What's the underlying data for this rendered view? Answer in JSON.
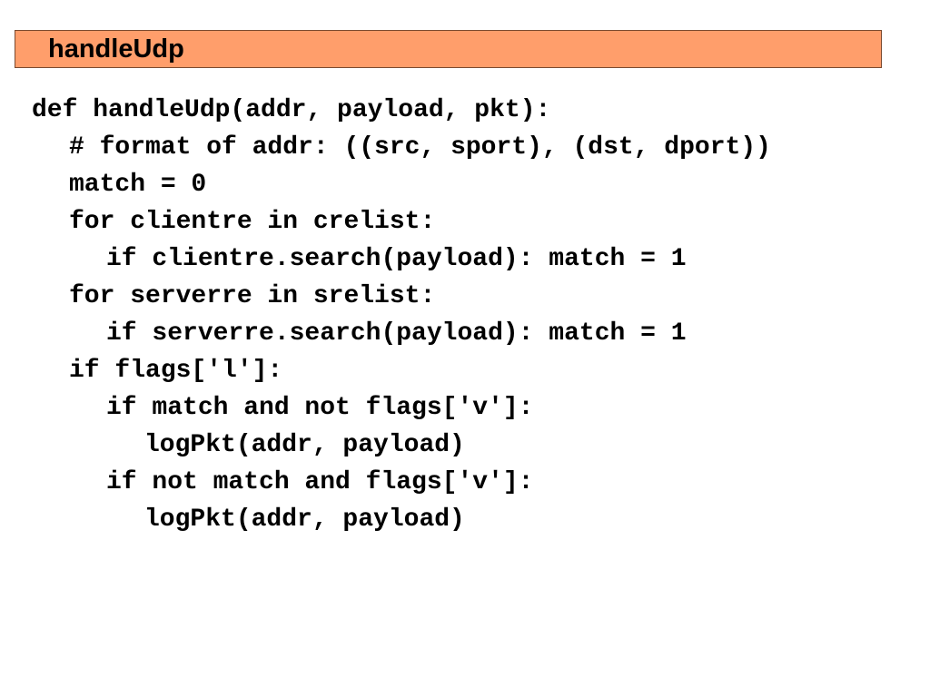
{
  "slide": {
    "title": "handleUdp",
    "accent_color": "#ff9e6b",
    "code_lines": [
      "def handleUdp(addr, payload, pkt):",
      "# format of addr: ((src, sport), (dst, dport))",
      "match = 0",
      "for clientre in crelist:",
      "if clientre.search(payload): match = 1",
      "for serverre in srelist:",
      "if serverre.search(payload): match = 1",
      "if flags['l']:",
      "if match and not flags['v']:",
      "logPkt(addr, payload)",
      "if not match and flags['v']:",
      "logPkt(addr, payload)"
    ]
  }
}
